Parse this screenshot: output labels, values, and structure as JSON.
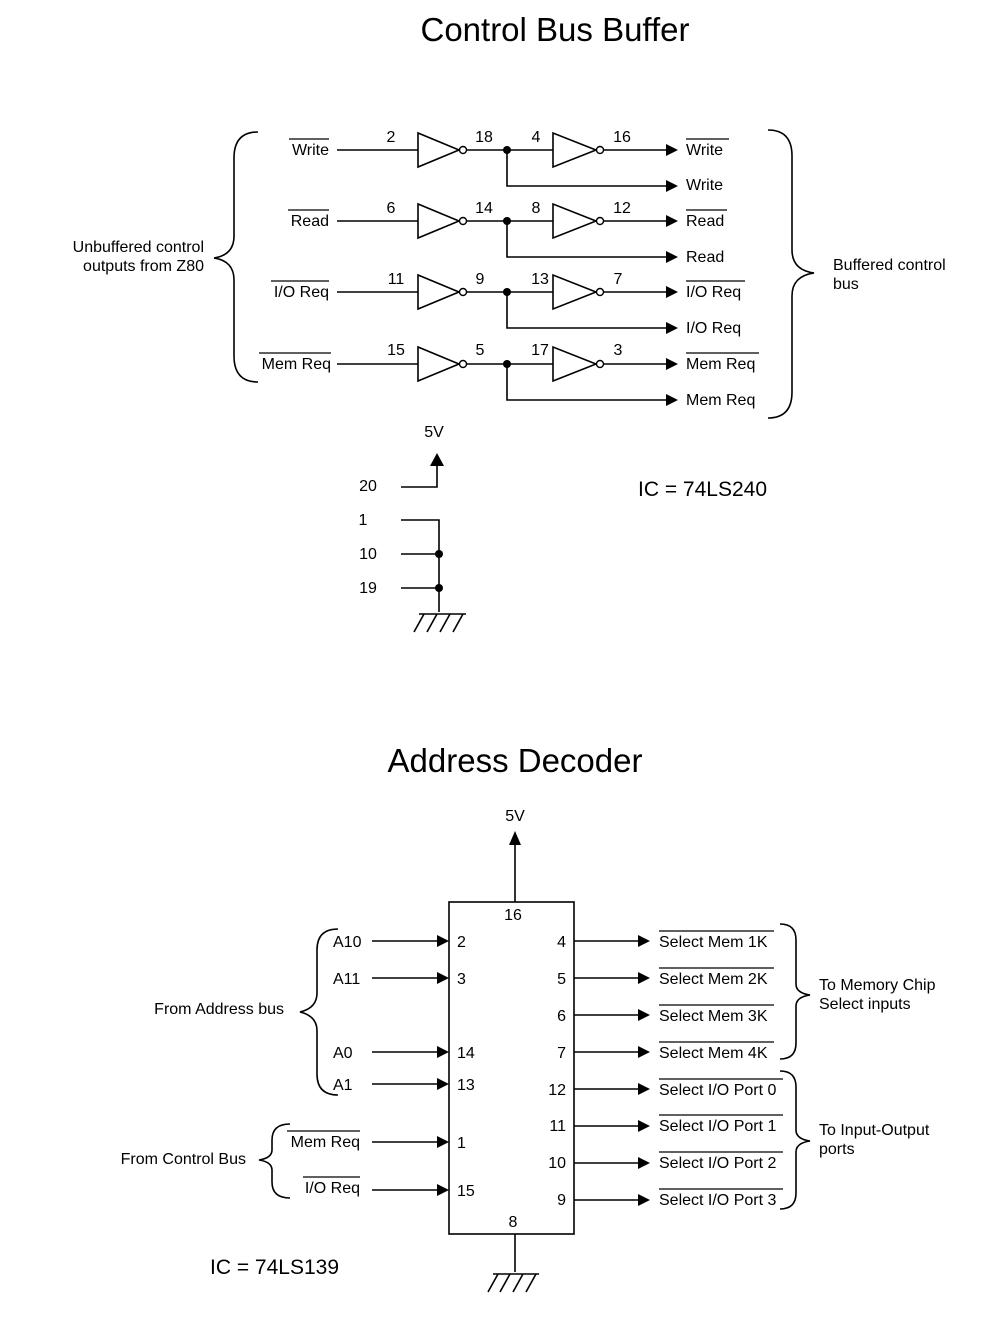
{
  "control_bus_buffer": {
    "title": "Control Bus Buffer",
    "left_group_line1": "Unbuffered control",
    "left_group_line2": "outputs from Z80",
    "right_group_line1": "Buffered control",
    "right_group_line2": "bus",
    "ic_label": "IC = 74LS240",
    "supply_label": "5V",
    "rows": [
      {
        "input": "Write",
        "in_pin": "2",
        "mid_pin": "18",
        "pin_b": "4",
        "out_pin": "16",
        "out_inv": "Write",
        "out_true": "Write"
      },
      {
        "input": "Read",
        "in_pin": "6",
        "mid_pin": "14",
        "pin_b": "8",
        "out_pin": "12",
        "out_inv": "Read",
        "out_true": "Read"
      },
      {
        "input": "I/O Req",
        "in_pin": "11",
        "mid_pin": "9",
        "pin_b": "13",
        "out_pin": "7",
        "out_inv": "I/O Req",
        "out_true": "I/O Req"
      },
      {
        "input": "Mem Req",
        "in_pin": "15",
        "mid_pin": "5",
        "pin_b": "17",
        "out_pin": "3",
        "out_inv": "Mem Req",
        "out_true": "Mem Req"
      }
    ],
    "power_pins": [
      "20",
      "1",
      "10",
      "19"
    ]
  },
  "address_decoder": {
    "title": "Address Decoder",
    "supply_label": "5V",
    "ic_label": "IC = 74LS139",
    "vcc_pin": "16",
    "gnd_pin": "8",
    "from_address": "From Address bus",
    "from_control": "From Control Bus",
    "to_memory_line1": "To Memory Chip",
    "to_memory_line2": "Select inputs",
    "to_io_line1": "To Input-Output",
    "to_io_line2": "ports",
    "inputs": [
      {
        "label": "A10",
        "pin": "2"
      },
      {
        "label": "A11",
        "pin": "3"
      },
      {
        "label": "A0",
        "pin": "14"
      },
      {
        "label": "A1",
        "pin": "13"
      },
      {
        "label": "Mem Req",
        "pin": "1"
      },
      {
        "label": "I/O Req",
        "pin": "15"
      }
    ],
    "outputs": [
      {
        "pin": "4",
        "label": "Select Mem 1K"
      },
      {
        "pin": "5",
        "label": "Select Mem 2K"
      },
      {
        "pin": "6",
        "label": "Select Mem 3K"
      },
      {
        "pin": "7",
        "label": "Select Mem 4K"
      },
      {
        "pin": "12",
        "label": "Select I/O Port 0"
      },
      {
        "pin": "11",
        "label": "Select I/O Port 1"
      },
      {
        "pin": "10",
        "label": "Select I/O Port 2"
      },
      {
        "pin": "9",
        "label": "Select I/O Port 3"
      }
    ]
  }
}
